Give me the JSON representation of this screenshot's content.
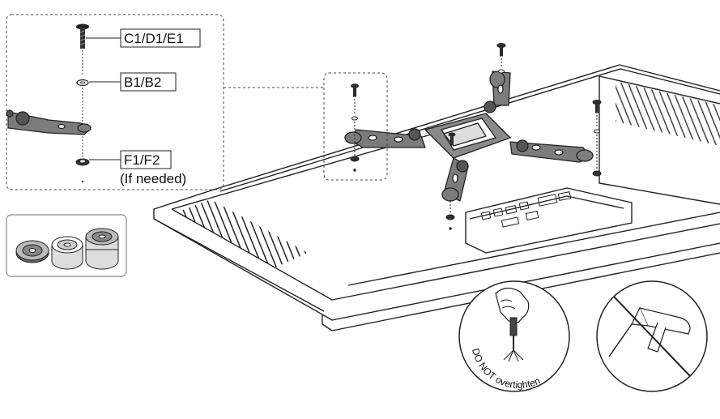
{
  "labels": {
    "screw": "C1/D1/E1",
    "washer": "B1/B2",
    "spacer": "F1/F2",
    "spacer_note": "(If needed)"
  },
  "warning": {
    "text_do": "DO",
    "text_not": "NOT",
    "text_overtighten": "overtighten"
  },
  "icons": [
    "screw-icon",
    "washer-icon",
    "spacer-icon",
    "bracket-icon",
    "monitor-back-icon",
    "hand-screwdriver-icon",
    "power-drill-prohibited-icon"
  ]
}
